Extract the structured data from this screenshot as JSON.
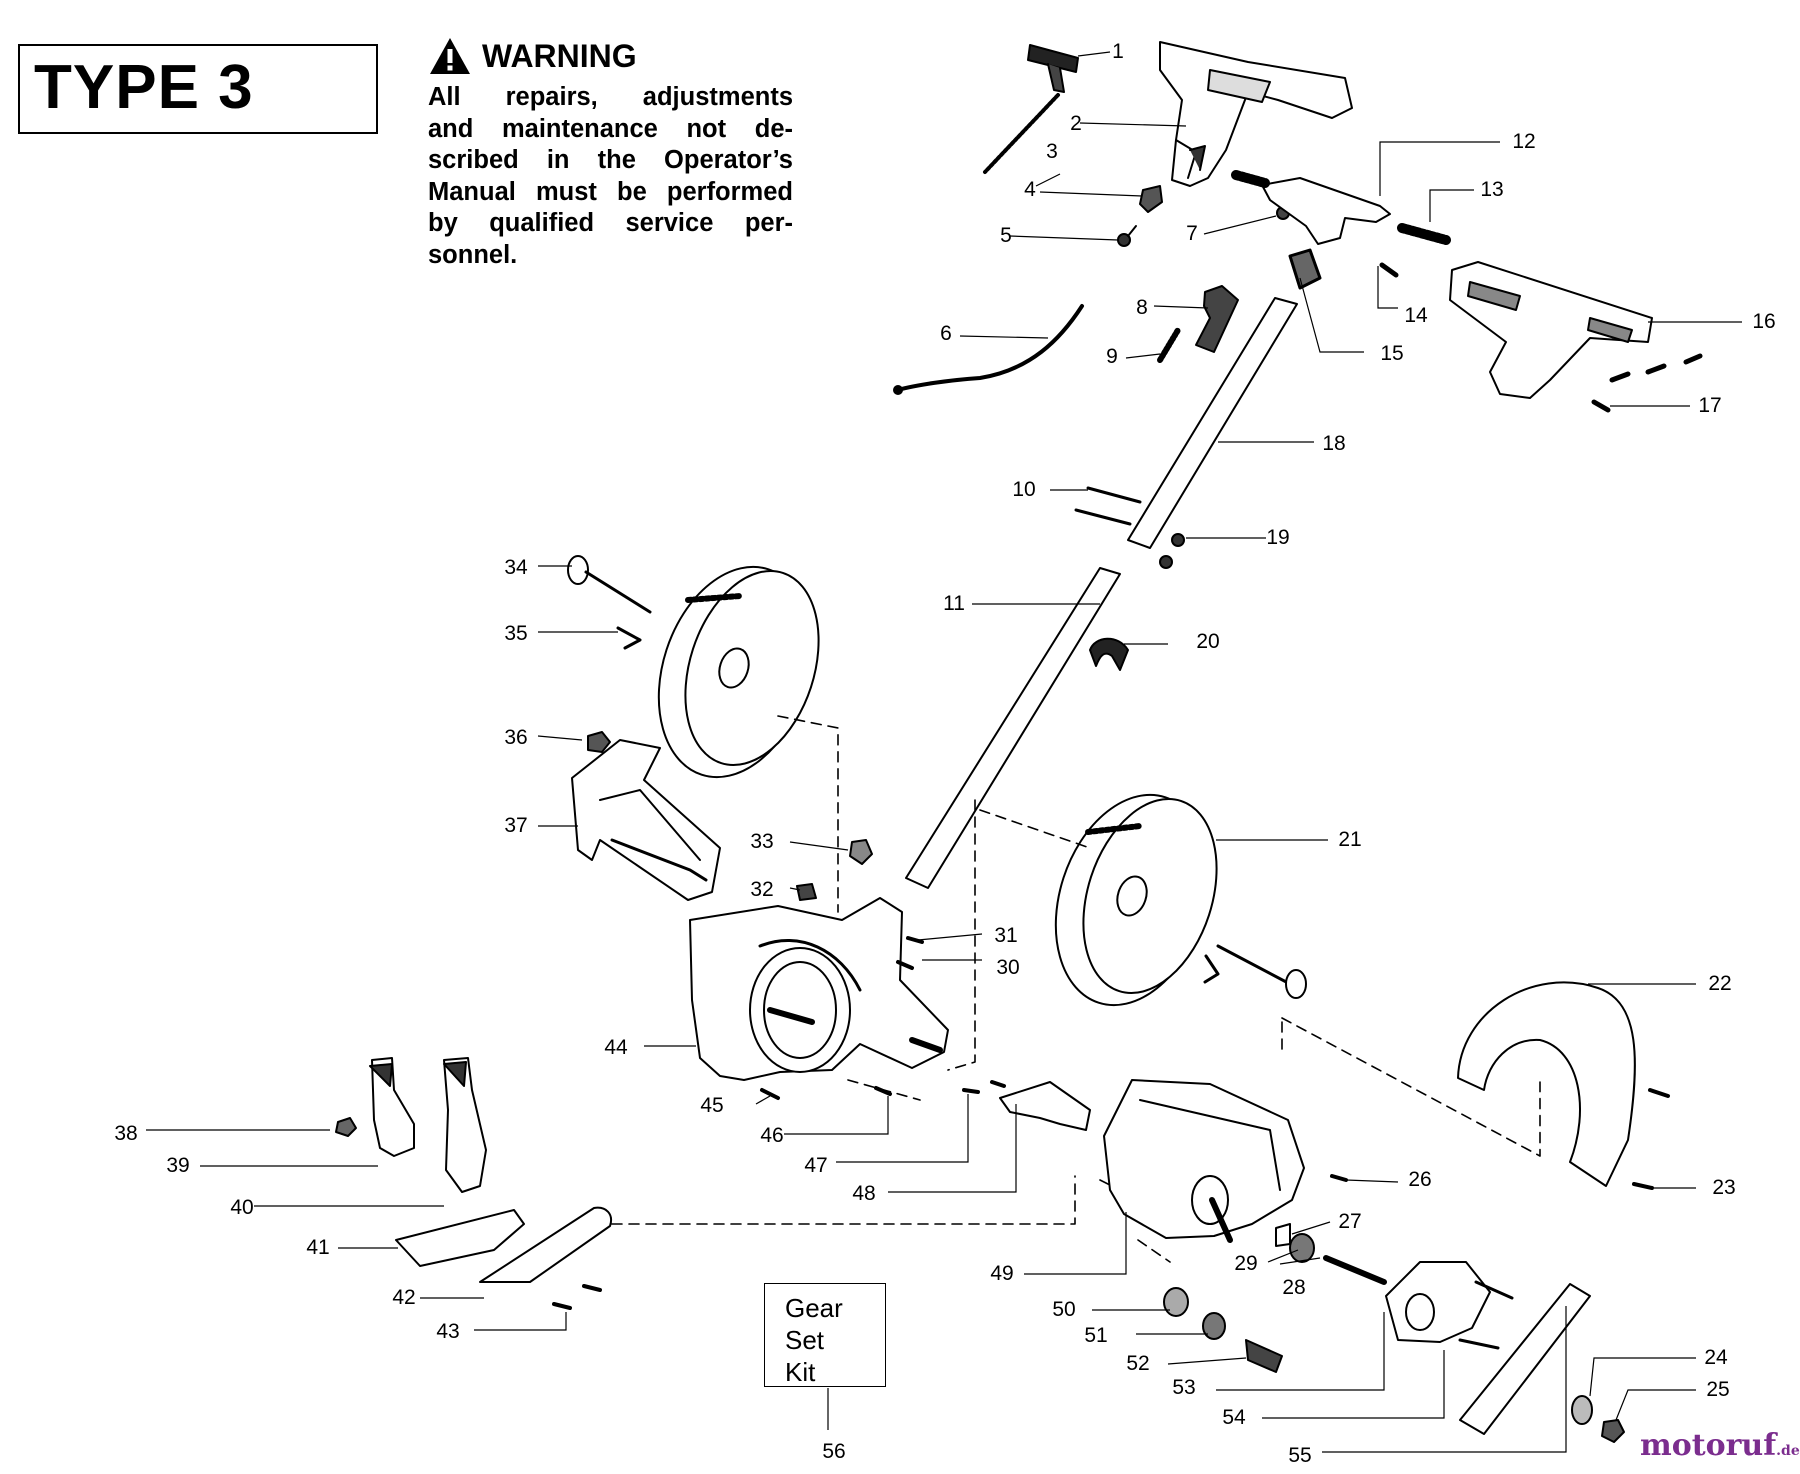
{
  "header": {
    "type_label": "TYPE 3",
    "warning_title": "WARNING",
    "warning_lines": [
      "All repairs, adjustments",
      "and maintenance not de-",
      "scribed in the Operator’s",
      "Manual must be performed",
      "by qualified service per-",
      "sonnel."
    ]
  },
  "kit_box": {
    "lines": [
      "Gear",
      "Set",
      "Kit"
    ]
  },
  "callouts": [
    {
      "n": "1"
    },
    {
      "n": "2"
    },
    {
      "n": "3"
    },
    {
      "n": "4"
    },
    {
      "n": "5"
    },
    {
      "n": "6"
    },
    {
      "n": "7"
    },
    {
      "n": "8"
    },
    {
      "n": "9"
    },
    {
      "n": "10"
    },
    {
      "n": "11"
    },
    {
      "n": "12"
    },
    {
      "n": "13"
    },
    {
      "n": "14"
    },
    {
      "n": "15"
    },
    {
      "n": "16"
    },
    {
      "n": "17"
    },
    {
      "n": "18"
    },
    {
      "n": "19"
    },
    {
      "n": "20"
    },
    {
      "n": "21"
    },
    {
      "n": "22"
    },
    {
      "n": "23"
    },
    {
      "n": "24"
    },
    {
      "n": "25"
    },
    {
      "n": "26"
    },
    {
      "n": "27"
    },
    {
      "n": "28"
    },
    {
      "n": "29"
    },
    {
      "n": "30"
    },
    {
      "n": "31"
    },
    {
      "n": "32"
    },
    {
      "n": "33"
    },
    {
      "n": "34"
    },
    {
      "n": "35"
    },
    {
      "n": "36"
    },
    {
      "n": "37"
    },
    {
      "n": "38"
    },
    {
      "n": "39"
    },
    {
      "n": "40"
    },
    {
      "n": "41"
    },
    {
      "n": "42"
    },
    {
      "n": "43"
    },
    {
      "n": "44"
    },
    {
      "n": "45"
    },
    {
      "n": "46"
    },
    {
      "n": "47"
    },
    {
      "n": "48"
    },
    {
      "n": "49"
    },
    {
      "n": "50"
    },
    {
      "n": "51"
    },
    {
      "n": "52"
    },
    {
      "n": "53"
    },
    {
      "n": "54"
    },
    {
      "n": "55"
    },
    {
      "n": "56"
    }
  ],
  "watermark": {
    "name": "motoruf",
    "tld": ".de"
  }
}
